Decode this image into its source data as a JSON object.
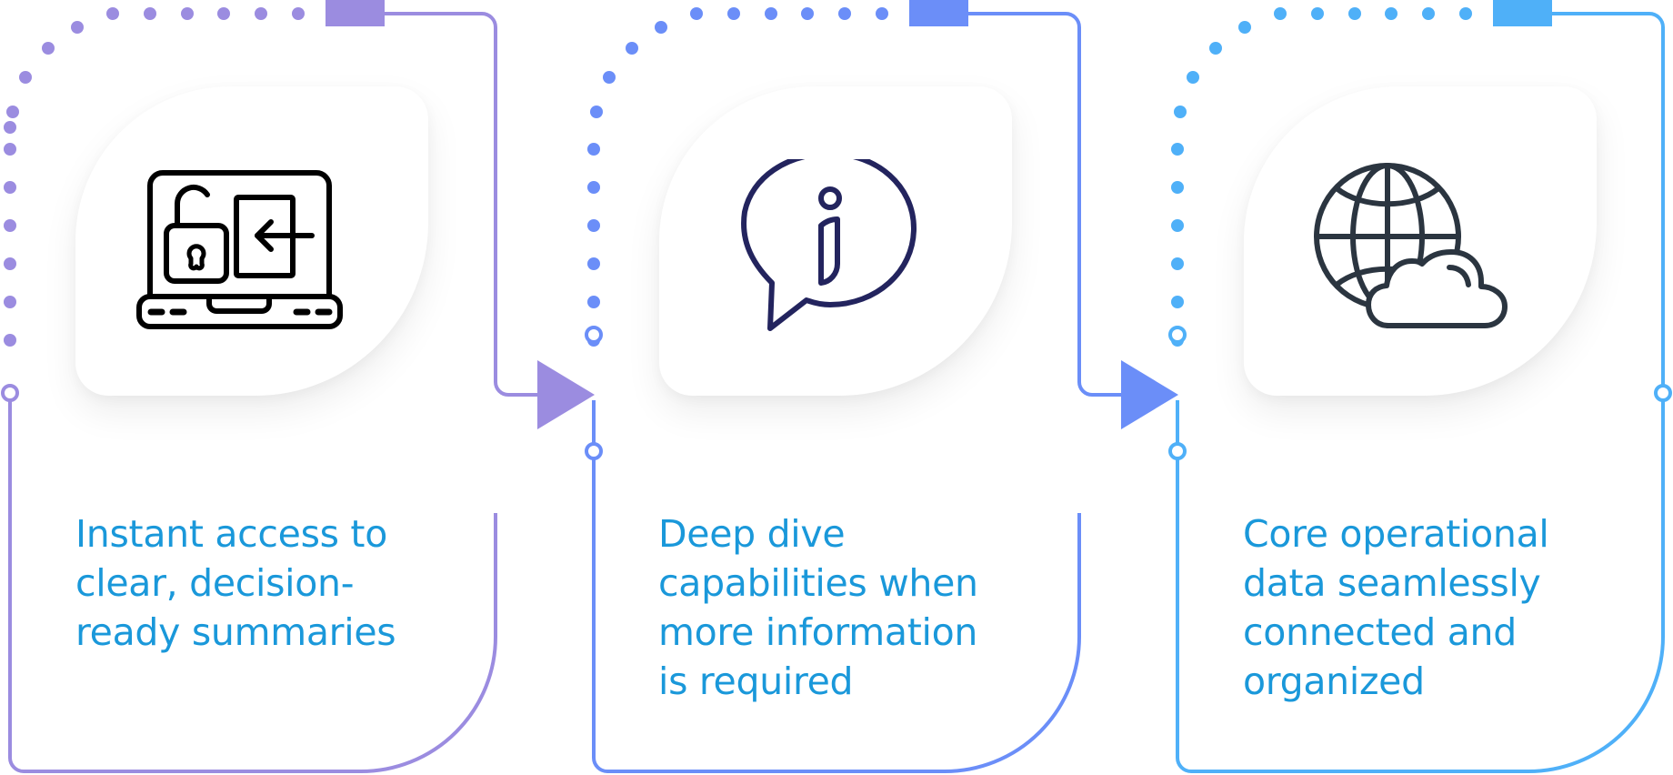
{
  "diagram": {
    "title": "",
    "steps": [
      {
        "id": "step-1",
        "icon": "laptop-unlock-login-icon",
        "color": "#9b8ce0",
        "lines": [
          "Instant access to",
          "clear, decision-",
          "ready summaries"
        ]
      },
      {
        "id": "step-2",
        "icon": "info-speech-bubble-icon",
        "color": "#6b8ef8",
        "lines": [
          "Deep dive",
          "capabilities when",
          "more information",
          "is required"
        ]
      },
      {
        "id": "step-3",
        "icon": "globe-cloud-icon",
        "color": "#4fb0f8",
        "lines": [
          "Core operational",
          "data seamlessly",
          "connected and",
          "organized"
        ]
      }
    ],
    "text_color": "#1a98da",
    "icon_colors": [
      "#000000",
      "#23245e",
      "#2b3540"
    ]
  }
}
